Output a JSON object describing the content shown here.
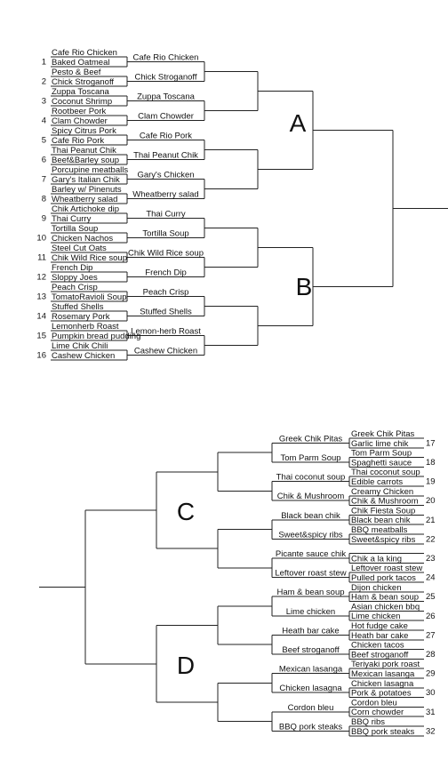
{
  "top_section": {
    "seeds": [
      "1",
      "2",
      "3",
      "4",
      "5",
      "6",
      "7",
      "8",
      "9",
      "10",
      "11",
      "12",
      "13",
      "14",
      "15",
      "16"
    ],
    "round1": [
      "Cafe Rio Chicken",
      "Baked Oatmeal",
      "Pesto & Beef",
      "Chick Stroganoff",
      "Zuppa Toscana",
      "Coconut Shrimp",
      "Rootbeer Pork",
      "Clam Chowder",
      "Spicy Citrus Pork",
      "Cafe Rio Pork",
      "Thai Peanut Chik",
      "Beef&Barley soup",
      "Porcupine meatballs",
      "Gary's Italian Chik",
      "Barley w/ Pinenuts",
      "Wheatberry salad",
      "Chik Artichoke dip",
      "Thai Curry",
      "Tortilla Soup",
      "Chicken Nachos",
      "Steel Cut Oats",
      "Chik Wild Rice soup",
      "French Dip",
      "Sloppy Joes",
      "Peach Crisp",
      "TomatoRavioli Soup",
      "Stuffed Shells",
      "Rosemary Pork",
      "Lemonherb Roast",
      "Pumpkin bread pudding",
      "Lime Chik Chili",
      "Cashew Chicken"
    ],
    "round2": [
      "Cafe Rio Chicken",
      "Chick Stroganoff",
      "Zuppa Toscana",
      "Clam Chowder",
      "Cafe Rio Pork",
      "Thai Peanut Chik",
      "Gary's Chicken",
      "Wheatberry salad",
      "Thai Curry",
      "Tortilla Soup",
      "Chik Wild Rice soup",
      "French Dip",
      "Peach Crisp",
      "Stuffed Shells",
      "Lemon-herb Roast",
      "Cashew Chicken"
    ],
    "regions": [
      "A",
      "B"
    ]
  },
  "bottom_section": {
    "seeds": [
      "17",
      "18",
      "19",
      "20",
      "21",
      "22",
      "23",
      "24",
      "25",
      "26",
      "27",
      "28",
      "29",
      "30",
      "31",
      "32"
    ],
    "round1": [
      "Greek Chik Pitas",
      "Garlic lime chik",
      "Tom Parm Soup",
      "Spaghetti sauce",
      "Thai coconut soup",
      "Edible carrots",
      "Creamy Chicken",
      "Chik & Mushroom",
      "Chik Fiesta Soup",
      "Black bean chik",
      "BBQ meatballs",
      "Sweet&spicy ribs",
      "",
      "Chik a la king",
      "Leftover roast stew",
      "Pulled pork tacos",
      "Dijon chicken",
      "Ham & bean soup",
      "Asian chicken bbq",
      "Lime chicken",
      "Hot fudge cake",
      "Heath bar cake",
      "Chicken tacos",
      "Beef stroganoff",
      "Teriyaki pork roast",
      "Mexican lasanga",
      "Chicken lasagna",
      "Pork & potatoes",
      "Cordon bleu",
      "Corn chowder",
      "BBQ ribs",
      "BBQ pork steaks"
    ],
    "round2": [
      "Greek Chik Pitas",
      "Tom Parm Soup",
      "Thai coconut soup",
      "Chik & Mushroom",
      "Black bean chik",
      "Sweet&spicy ribs",
      "Picante sauce chik",
      "Leftover roast stew",
      "Ham & bean soup",
      "Lime chicken",
      "Heath bar cake",
      "Beef stroganoff",
      "Mexican lasanga",
      "Chicken lasagna",
      "Cordon bleu",
      "BBQ pork steaks"
    ],
    "regions": [
      "C",
      "D"
    ]
  }
}
